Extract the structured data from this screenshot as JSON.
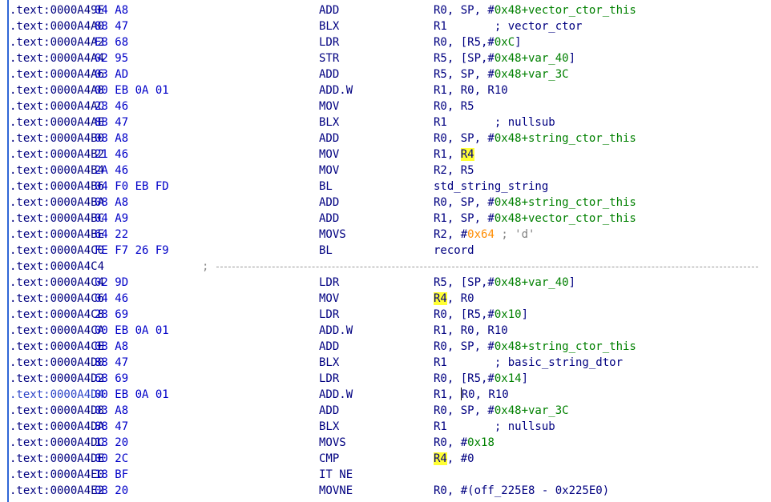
{
  "colors": {
    "address": "#000080",
    "bytes": "#0000c8",
    "mnemonic": "#000080",
    "operand": "#000080",
    "symbol": "#008000",
    "number": "#ff8c00",
    "comment": "#808080",
    "highlight": "#ffff33",
    "selection_bar": "#2e66d6"
  },
  "listing": [
    {
      "addr": ".text:0000A49E",
      "bytes": "04 A8",
      "mnem": "ADD",
      "ops": [
        {
          "t": "R0, SP, #"
        },
        {
          "t": "0x48+vector_ctor_this",
          "c": "g"
        }
      ]
    },
    {
      "addr": ".text:0000A4A0",
      "bytes": "88 47",
      "mnem": "BLX",
      "ops": [
        {
          "t": "R1       "
        },
        {
          "t": "; vector_ctor"
        }
      ]
    },
    {
      "addr": ".text:0000A4A2",
      "bytes": "E8 68",
      "mnem": "LDR",
      "ops": [
        {
          "t": "R0, [R5,#"
        },
        {
          "t": "0xC",
          "c": "g"
        },
        {
          "t": "]"
        }
      ]
    },
    {
      "addr": ".text:0000A4A4",
      "bytes": "02 95",
      "mnem": "STR",
      "ops": [
        {
          "t": "R5, [SP,#"
        },
        {
          "t": "0x48+var_40",
          "c": "g"
        },
        {
          "t": "]"
        }
      ]
    },
    {
      "addr": ".text:0000A4A6",
      "bytes": "03 AD",
      "mnem": "ADD",
      "ops": [
        {
          "t": "R5, SP, #"
        },
        {
          "t": "0x48+var_3C",
          "c": "g"
        }
      ]
    },
    {
      "addr": ".text:0000A4A8",
      "bytes": "00 EB 0A 01",
      "mnem": "ADD.W",
      "ops": [
        {
          "t": "R1, R0, R10"
        }
      ]
    },
    {
      "addr": ".text:0000A4AC",
      "bytes": "28 46",
      "mnem": "MOV",
      "ops": [
        {
          "t": "R0, R5"
        }
      ]
    },
    {
      "addr": ".text:0000A4AE",
      "bytes": "88 47",
      "mnem": "BLX",
      "ops": [
        {
          "t": "R1       "
        },
        {
          "t": "; nullsub"
        }
      ]
    },
    {
      "addr": ".text:0000A4B0",
      "bytes": "08 A8",
      "mnem": "ADD",
      "ops": [
        {
          "t": "R0, SP, #"
        },
        {
          "t": "0x48+string_ctor_this",
          "c": "g"
        }
      ]
    },
    {
      "addr": ".text:0000A4B2",
      "bytes": "21 46",
      "mnem": "MOV",
      "ops": [
        {
          "t": "R1, "
        },
        {
          "t": "R4",
          "c": "hl"
        }
      ]
    },
    {
      "addr": ".text:0000A4B4",
      "bytes": "2A 46",
      "mnem": "MOV",
      "ops": [
        {
          "t": "R2, R5"
        }
      ]
    },
    {
      "addr": ".text:0000A4B6",
      "bytes": "04 F0 EB FD",
      "mnem": "BL",
      "ops": [
        {
          "t": "std_string_string"
        }
      ]
    },
    {
      "addr": ".text:0000A4BA",
      "bytes": "08 A8",
      "mnem": "ADD",
      "ops": [
        {
          "t": "R0, SP, #"
        },
        {
          "t": "0x48+string_ctor_this",
          "c": "g"
        }
      ]
    },
    {
      "addr": ".text:0000A4BC",
      "bytes": "04 A9",
      "mnem": "ADD",
      "ops": [
        {
          "t": "R1, SP, #"
        },
        {
          "t": "0x48+vector_ctor_this",
          "c": "g"
        }
      ]
    },
    {
      "addr": ".text:0000A4BE",
      "bytes": "64 22",
      "mnem": "MOVS",
      "ops": [
        {
          "t": "R2, #"
        },
        {
          "t": "0x64",
          "c": "o"
        },
        {
          "t": " "
        },
        {
          "t": "; 'd'",
          "c": "cm"
        }
      ]
    },
    {
      "addr": ".text:0000A4C0",
      "bytes": "FE F7 26 F9",
      "mnem": "BL",
      "ops": [
        {
          "t": "record"
        }
      ]
    },
    {
      "addr": ".text:0000A4C4",
      "separator": true,
      "semicolon": ";"
    },
    {
      "addr": ".text:0000A4C4",
      "bytes": "02 9D",
      "mnem": "LDR",
      "ops": [
        {
          "t": "R5, [SP,#"
        },
        {
          "t": "0x48+var_40",
          "c": "g"
        },
        {
          "t": "]"
        }
      ]
    },
    {
      "addr": ".text:0000A4C6",
      "bytes": "04 46",
      "mnem": "MOV",
      "ops": [
        {
          "t": "R4",
          "c": "hl"
        },
        {
          "t": ", R0"
        }
      ]
    },
    {
      "addr": ".text:0000A4C8",
      "bytes": "28 69",
      "mnem": "LDR",
      "ops": [
        {
          "t": "R0, [R5,#"
        },
        {
          "t": "0x10",
          "c": "g"
        },
        {
          "t": "]"
        }
      ]
    },
    {
      "addr": ".text:0000A4CA",
      "bytes": "00 EB 0A 01",
      "mnem": "ADD.W",
      "ops": [
        {
          "t": "R1, R0, R10"
        }
      ]
    },
    {
      "addr": ".text:0000A4CE",
      "bytes": "08 A8",
      "mnem": "ADD",
      "ops": [
        {
          "t": "R0, SP, #"
        },
        {
          "t": "0x48+string_ctor_this",
          "c": "g"
        }
      ]
    },
    {
      "addr": ".text:0000A4D0",
      "bytes": "88 47",
      "mnem": "BLX",
      "ops": [
        {
          "t": "R1       "
        },
        {
          "t": "; basic_string_dtor"
        }
      ]
    },
    {
      "addr": ".text:0000A4D2",
      "bytes": "68 69",
      "mnem": "LDR",
      "ops": [
        {
          "t": "R0, [R5,#"
        },
        {
          "t": "0x14",
          "c": "g"
        },
        {
          "t": "]"
        }
      ]
    },
    {
      "addr": ".text:0000A4D4",
      "bytes": "00 EB 0A 01",
      "mnem": "ADD.W",
      "selected": true,
      "ops": [
        {
          "t": "R1, "
        },
        {
          "t": "",
          "c": "caret"
        },
        {
          "t": "R0, R10"
        }
      ]
    },
    {
      "addr": ".text:0000A4D8",
      "bytes": "03 A8",
      "mnem": "ADD",
      "ops": [
        {
          "t": "R0, SP, #"
        },
        {
          "t": "0x48+var_3C",
          "c": "g"
        }
      ]
    },
    {
      "addr": ".text:0000A4DA",
      "bytes": "88 47",
      "mnem": "BLX",
      "ops": [
        {
          "t": "R1       "
        },
        {
          "t": "; nullsub"
        }
      ]
    },
    {
      "addr": ".text:0000A4DC",
      "bytes": "18 20",
      "mnem": "MOVS",
      "ops": [
        {
          "t": "R0, #"
        },
        {
          "t": "0x18",
          "c": "g"
        }
      ]
    },
    {
      "addr": ".text:0000A4DE",
      "bytes": "00 2C",
      "mnem": "CMP",
      "ops": [
        {
          "t": "R4",
          "c": "hl"
        },
        {
          "t": ", #0"
        }
      ]
    },
    {
      "addr": ".text:0000A4E0",
      "bytes": "18 BF",
      "mnem": "IT NE",
      "ops": []
    },
    {
      "addr": ".text:0000A4E2",
      "bytes": "08 20",
      "mnem": "MOVNE",
      "ops": [
        {
          "t": "R0, #(off_225E8 - 0x225E0)"
        }
      ]
    }
  ]
}
